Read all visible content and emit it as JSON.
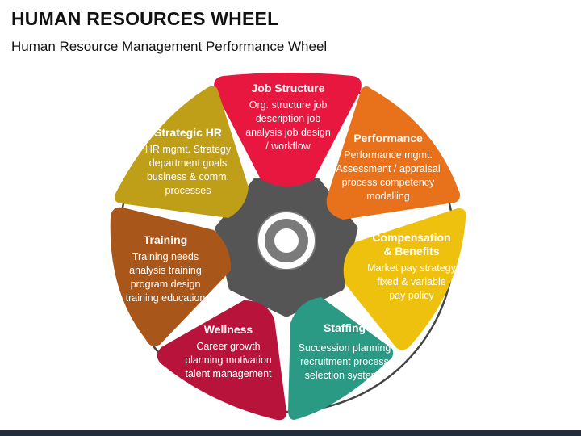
{
  "title": "HUMAN RESOURCES WHEEL",
  "subtitle": "Human Resource Management Performance Wheel",
  "colors": {
    "job_structure": "#e8173f",
    "performance": "#e8711c",
    "compensation": "#efc10f",
    "staffing": "#2b9a84",
    "wellness": "#b8133a",
    "training": "#a8561a",
    "strategic_hr": "#c09f18",
    "gear": "#555555",
    "ring": "#444444"
  },
  "segments": [
    {
      "key": "job_structure",
      "heading": "Job Structure",
      "lines": [
        "Org. structure job",
        "description job",
        "analysis job design",
        "/ workflow"
      ]
    },
    {
      "key": "performance",
      "heading": "Performance",
      "lines": [
        "Performance mgmt.",
        "Assessment / appraisal",
        "process competency",
        "modelling"
      ]
    },
    {
      "key": "compensation",
      "heading_lines": [
        "Compensation",
        "& Benefits"
      ],
      "lines": [
        "Market pay strategy",
        "fixed & variable",
        "pay policy"
      ]
    },
    {
      "key": "staffing",
      "heading": "Staffing",
      "lines": [
        "Succession planning",
        "recruitment process",
        "selection systems"
      ]
    },
    {
      "key": "wellness",
      "heading": "Wellness",
      "lines": [
        "Career growth",
        "planning motivation",
        "talent management"
      ]
    },
    {
      "key": "training",
      "heading": "Training",
      "lines": [
        "Training needs",
        "analysis training",
        "program design",
        "training education"
      ]
    },
    {
      "key": "strategic_hr",
      "heading": "Strategic HR",
      "lines": [
        "HR mgmt. Strategy",
        "department goals",
        "business & comm.",
        "processes"
      ]
    }
  ]
}
